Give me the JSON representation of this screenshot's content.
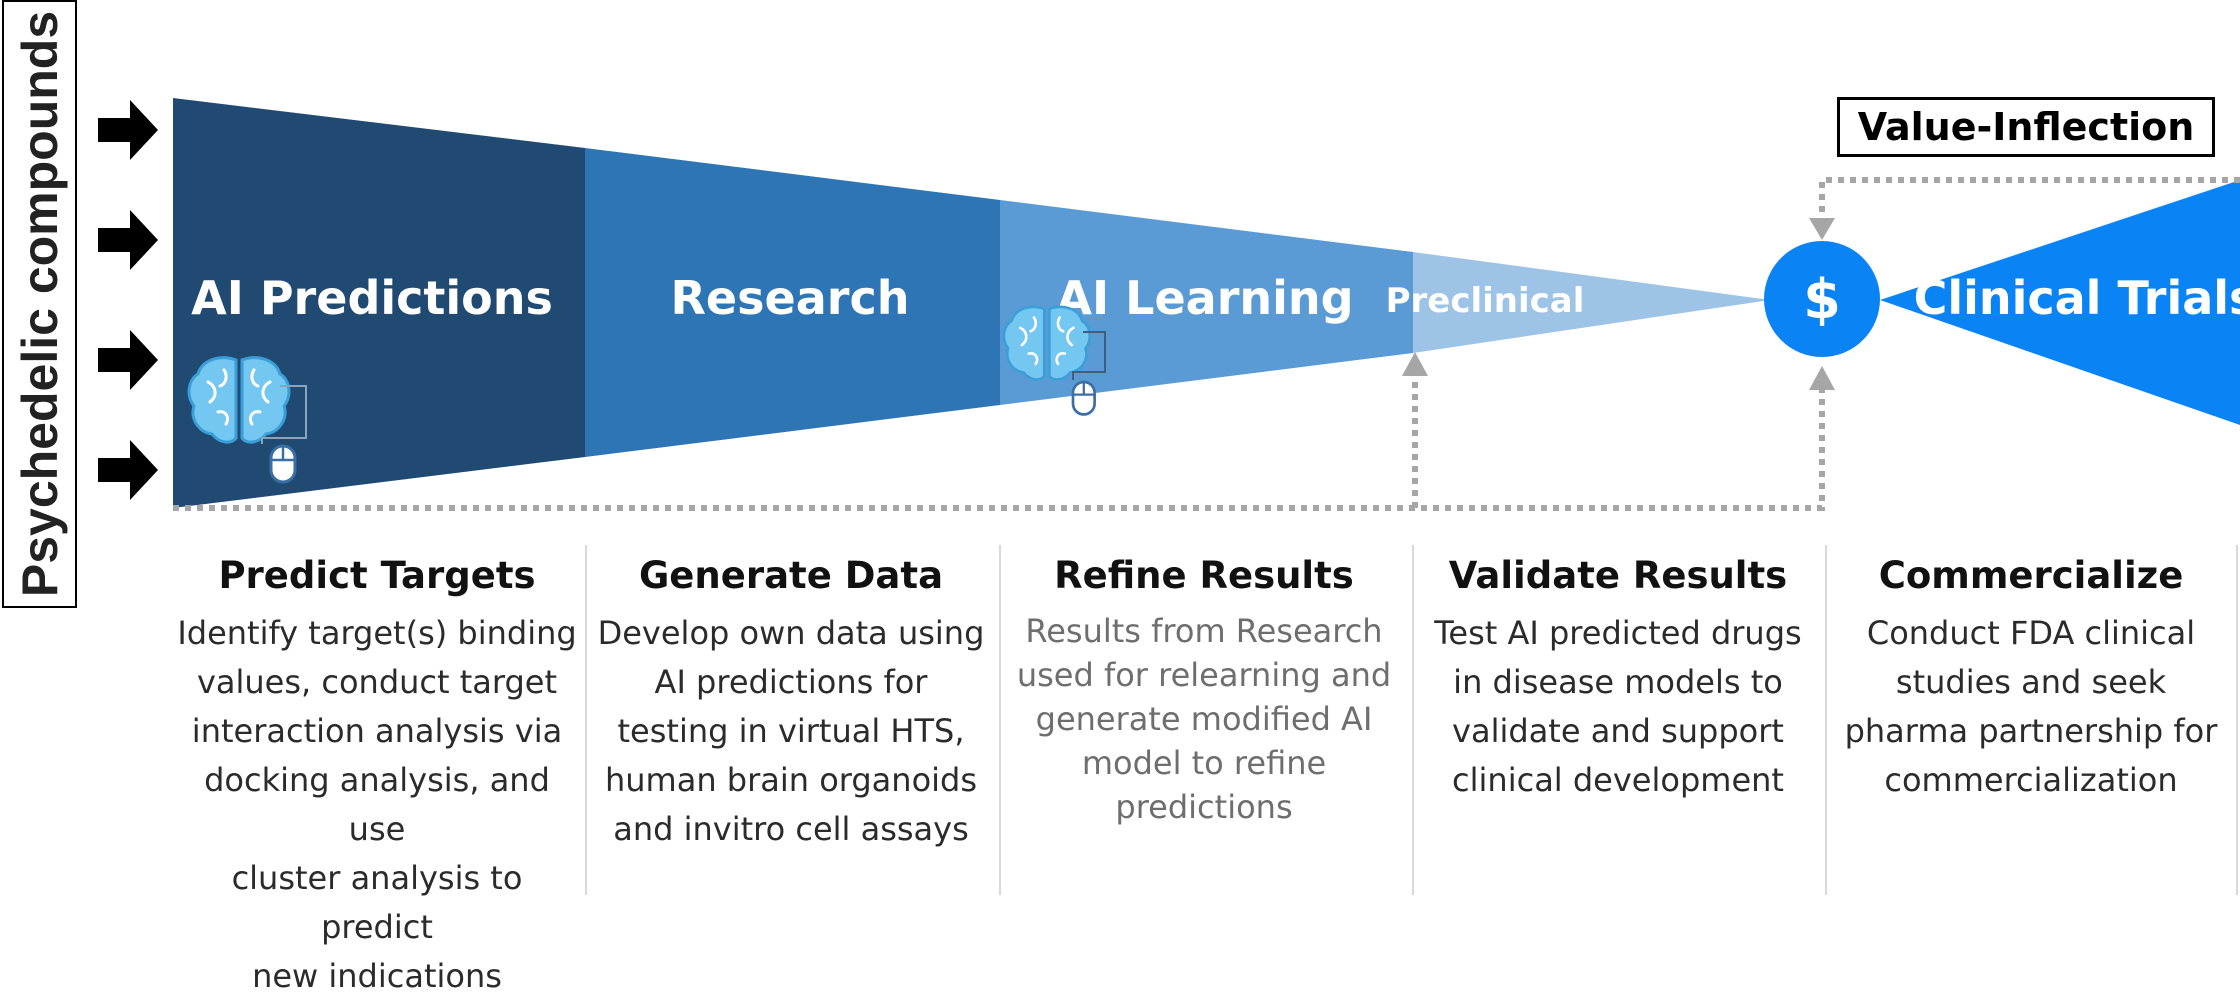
{
  "side_label": "Psychedelic compounds",
  "funnel": {
    "stages": [
      {
        "label": "AI Predictions",
        "color": "#214a73"
      },
      {
        "label": "Research",
        "color": "#2e75b6"
      },
      {
        "label": "AI Learning",
        "color": "#5b9bd5"
      },
      {
        "label": "Preclinical",
        "color": "#9dc3e6"
      }
    ],
    "trials_label": "Clinical Trials",
    "trials_color": "#0a84f5",
    "dollar_symbol": "$",
    "value_inflection": "Value-Inflection",
    "arrow_color": "#a6a6a6"
  },
  "icons": [
    "ai-brain-icon",
    "mouse-icon",
    "arrow-right-icon"
  ],
  "columns": [
    {
      "title": "Predict Targets",
      "body": [
        "Identify target(s) binding",
        "values, conduct target",
        "interaction analysis via",
        "docking analysis, and use",
        "cluster analysis to predict",
        "new indications"
      ]
    },
    {
      "title": "Generate Data",
      "body": [
        "Develop own data using",
        "AI predictions for",
        "testing in virtual HTS,",
        "human brain organoids",
        "and invitro cell assays"
      ]
    },
    {
      "title": "Refine Results",
      "body": [
        "Results from Research",
        "used for relearning and",
        "generate modified AI",
        "model to refine",
        "predictions"
      ]
    },
    {
      "title": "Validate Results",
      "body": [
        "Test AI predicted drugs",
        "in disease models to",
        "validate and support",
        "clinical development"
      ]
    },
    {
      "title": "Commercialize",
      "body": [
        "Conduct FDA clinical",
        "studies and seek",
        "pharma partnership for",
        "commercialization"
      ]
    }
  ]
}
